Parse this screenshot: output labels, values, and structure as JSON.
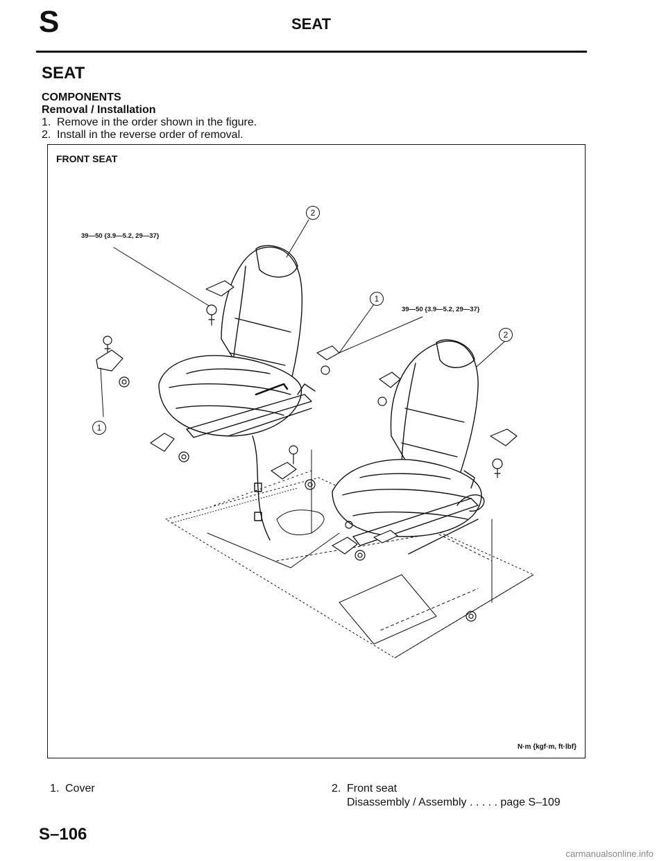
{
  "header": {
    "letter": "S",
    "title": "SEAT"
  },
  "section": {
    "title": "SEAT",
    "subhead": "COMPONENTS",
    "procedure": "Removal / Installation",
    "steps": [
      {
        "num": "1.",
        "text": "Remove in the order shown in the figure."
      },
      {
        "num": "2.",
        "text": "Install in the reverse order of removal."
      }
    ]
  },
  "figure": {
    "title": "FRONT SEAT",
    "torque_left": "39—50 {3.9—5.2, 29—37}",
    "torque_right": "39—50 {3.9—5.2, 29—37}",
    "callouts": [
      "2",
      "1",
      "2",
      "1"
    ],
    "units": "N·m {kgf·m, ft·lbf}"
  },
  "legend": {
    "items": [
      {
        "num": "1.",
        "text": "Cover"
      },
      {
        "num": "2.",
        "text": "Front seat",
        "sub": "Disassembly / Assembly . . . . . page S–109"
      }
    ]
  },
  "footer": {
    "page": "S–106"
  },
  "watermark": "carmanualsonline.info"
}
